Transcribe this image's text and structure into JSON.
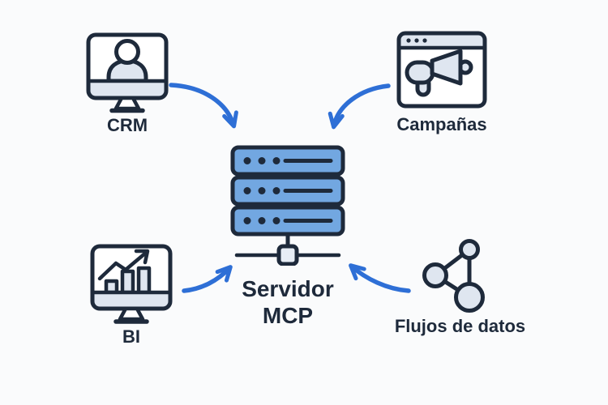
{
  "colors": {
    "background": "#FAFBFC",
    "outline": "#1E2A3B",
    "text": "#1E2A3B",
    "server_fill": "#72A7E1",
    "light_fill": "#DFE6F0",
    "node_square_fill": "#E7EDF5",
    "arrow": "#2E6FD6",
    "screen_fill": "#FFFFFF"
  },
  "diagram": {
    "center": {
      "label_line1": "Servidor",
      "label_line2": "MCP",
      "icon": "server-stack-icon"
    },
    "sources": [
      {
        "id": "crm",
        "label": "CRM",
        "icon": "crm-monitor-icon",
        "position": "top-left"
      },
      {
        "id": "campaigns",
        "label": "Campañas",
        "icon": "campaigns-browser-icon",
        "position": "top-right"
      },
      {
        "id": "bi",
        "label": "BI",
        "icon": "bi-chart-icon",
        "position": "bottom-left"
      },
      {
        "id": "data-flows",
        "label": "Flujos de datos",
        "icon": "data-flows-network-icon",
        "position": "bottom-right"
      }
    ],
    "connections": [
      {
        "from": "CRM",
        "to": "Servidor MCP",
        "style": "curved-blue-arrow"
      },
      {
        "from": "Campañas",
        "to": "Servidor MCP",
        "style": "curved-blue-arrow"
      },
      {
        "from": "BI",
        "to": "Servidor MCP",
        "style": "curved-blue-arrow"
      },
      {
        "from": "Flujos de datos",
        "to": "Servidor MCP",
        "style": "curved-blue-arrow"
      }
    ]
  }
}
